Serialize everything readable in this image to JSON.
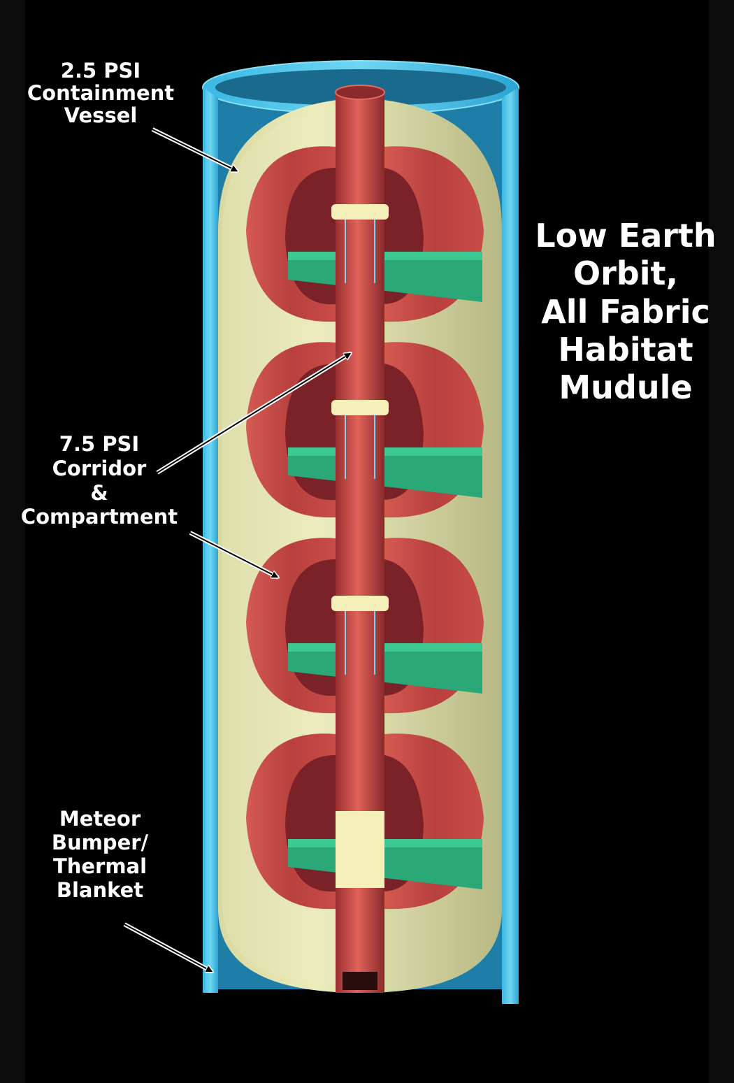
{
  "title": {
    "lines": [
      "Low Earth",
      "Orbit,",
      "All Fabric",
      "Habitat",
      "Mudule"
    ]
  },
  "labels": {
    "containment": {
      "lines": [
        "2.5 PSI",
        "Containment",
        "Vessel"
      ]
    },
    "corridor": {
      "lines": [
        "7.5 PSI",
        "Corridor",
        "&",
        "Compartment"
      ]
    },
    "meteor": {
      "lines": [
        "Meteor",
        "Bumper/",
        "Thermal",
        "Blanket"
      ]
    }
  },
  "diagram": {
    "compartment_levels": 4,
    "colors": {
      "background": "#000000",
      "frame_side": "#0c0c0c",
      "bumper": "#3ab8e4",
      "bumper_light": "#6fd6f2",
      "vessel": "#e6e6b0",
      "vessel_shadow": "#c4c48c",
      "compartment": "#c8504a",
      "compartment_dark": "#7a2228",
      "floor": "#2aa878",
      "floor_light": "#3cc890",
      "corridor": "#d8524a",
      "corridor_dark": "#8a2a2a",
      "collar": "#f4f0b8",
      "arrow": "#ffffff"
    }
  }
}
